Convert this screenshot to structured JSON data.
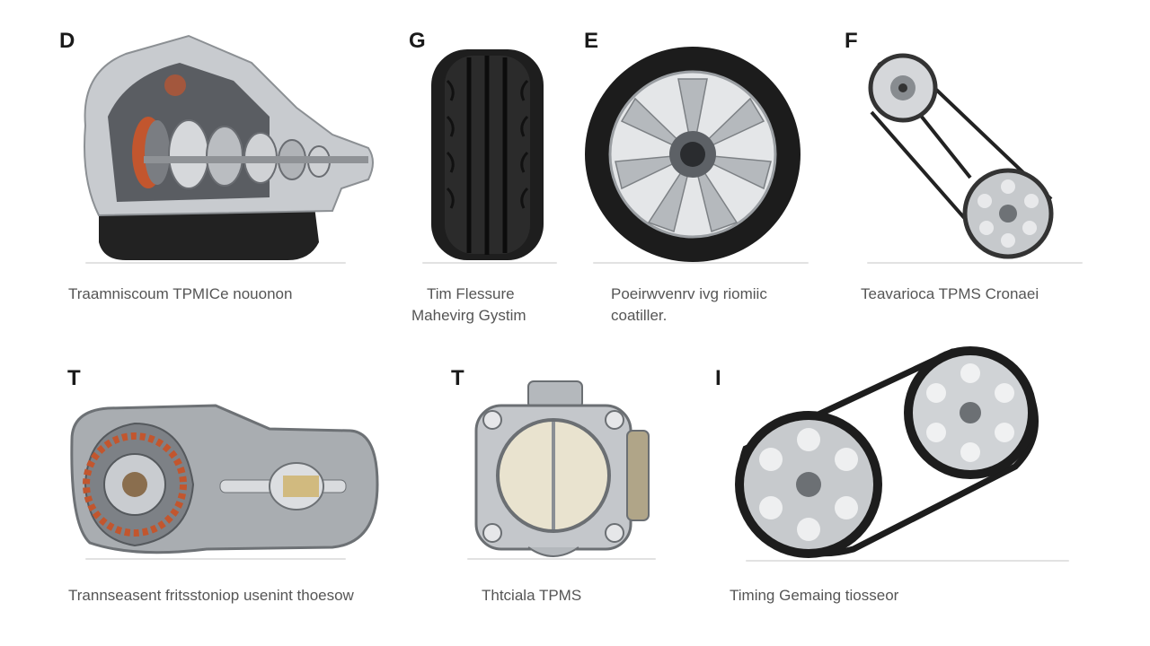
{
  "panels": [
    {
      "letter": "D",
      "caption": "Traamniscoum TPMICe nouonon",
      "caption_line2": ""
    },
    {
      "letter": "G",
      "caption": "Tim Flessure",
      "caption_line2": "Mahevirg Gystim"
    },
    {
      "letter": "E",
      "caption": "Poeirwvenrv ivg riomiic",
      "caption_line2": "coatiller."
    },
    {
      "letter": "F",
      "caption": "Teavarioca TPMS Cronaei",
      "caption_line2": ""
    },
    {
      "letter": "T",
      "caption": "Trannseasent fritsstoniop usenint thoesow",
      "caption_line2": ""
    },
    {
      "letter": "T",
      "caption": "Thtciala TPMS",
      "caption_line2": ""
    },
    {
      "letter": "I",
      "caption": "Timing Gemaing tiosseor",
      "caption_line2": ""
    }
  ],
  "icons": {
    "panel_0": "transmission-cutaway-icon",
    "panel_1": "tire-icon",
    "panel_2": "wheel-icon",
    "panel_3": "belt-pulley-icon",
    "panel_4": "transmission-housing-icon",
    "panel_5": "throttle-body-icon",
    "panel_6": "timing-belt-icon"
  },
  "colors": {
    "background": "#ffffff",
    "metal": "#b8bcc0",
    "rubber": "#1e1e1e",
    "copper": "#c2562e"
  }
}
